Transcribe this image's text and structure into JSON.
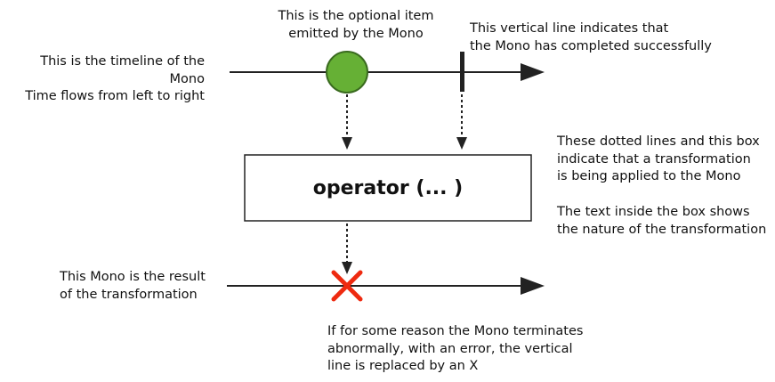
{
  "colors": {
    "line": "#222222",
    "item_fill": "#66b035",
    "item_stroke": "#3a6b1f",
    "error_x": "#ee2a10"
  },
  "icons": {
    "item": "green-circle-icon",
    "completion": "vertical-bar-icon",
    "error": "red-x-icon"
  },
  "labels": {
    "source_timeline": "This is the timeline of the Mono\nTime flows from left to right",
    "item": "This is the optional item\nemitted by the Mono",
    "completion": "This vertical line indicates that\nthe Mono has completed successfully",
    "transformation": "These dotted lines and this box\nindicate that a transformation\nis being applied to the Mono",
    "box_text_note": "The text inside the box shows\nthe nature of the transformation",
    "result": "This Mono is the result\nof the transformation",
    "error": "If for some reason the Mono terminates\nabnormally, with an error, the vertical\nline is replaced by an X"
  },
  "operator": {
    "name": "operator (... )"
  }
}
